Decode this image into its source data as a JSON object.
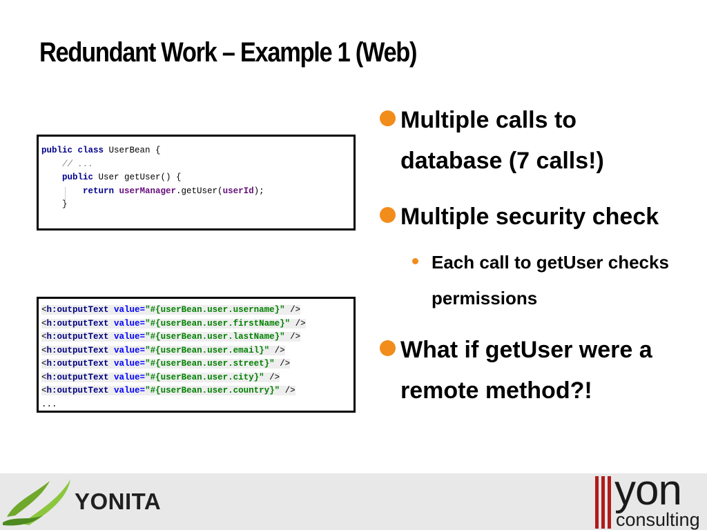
{
  "slide": {
    "title": "Redundant Work – Example 1 (Web)"
  },
  "java_code": {
    "lines": [
      [
        {
          "t": "public class ",
          "c": "kw"
        },
        {
          "t": "UserBean {",
          "c": ""
        }
      ],
      [
        {
          "t": "    ",
          "c": ""
        },
        {
          "t": "// ...",
          "c": "cm"
        }
      ],
      [
        {
          "t": "    ",
          "c": ""
        },
        {
          "t": "public ",
          "c": "kw"
        },
        {
          "t": "User getUser() {",
          "c": ""
        }
      ],
      [
        {
          "t": "        ",
          "c": ""
        },
        {
          "t": "return ",
          "c": "kw"
        },
        {
          "t": "userManager",
          "c": "fld"
        },
        {
          "t": ".getUser(",
          "c": ""
        },
        {
          "t": "userId",
          "c": "fld"
        },
        {
          "t": ");",
          "c": ""
        }
      ],
      [
        {
          "t": "    }",
          "c": ""
        }
      ]
    ]
  },
  "xhtml_code": {
    "lines": [
      [
        {
          "t": "<",
          "c": ""
        },
        {
          "t": "h:outputText ",
          "c": "tag"
        },
        {
          "t": "value=",
          "c": "attr"
        },
        {
          "t": "\"#{userBean.user.username}\"",
          "c": "str"
        },
        {
          "t": " />",
          "c": ""
        }
      ],
      [
        {
          "t": "<",
          "c": ""
        },
        {
          "t": "h:outputText ",
          "c": "tag"
        },
        {
          "t": "value=",
          "c": "attr"
        },
        {
          "t": "\"#{userBean.user.firstName}\"",
          "c": "str"
        },
        {
          "t": " />",
          "c": ""
        }
      ],
      [
        {
          "t": "<",
          "c": ""
        },
        {
          "t": "h:outputText ",
          "c": "tag"
        },
        {
          "t": "value=",
          "c": "attr"
        },
        {
          "t": "\"#{userBean.user.lastName}\"",
          "c": "str"
        },
        {
          "t": " />",
          "c": ""
        }
      ],
      [
        {
          "t": "<",
          "c": ""
        },
        {
          "t": "h:outputText ",
          "c": "tag"
        },
        {
          "t": "value=",
          "c": "attr"
        },
        {
          "t": "\"#{userBean.user.email}\"",
          "c": "str"
        },
        {
          "t": " />",
          "c": ""
        }
      ],
      [
        {
          "t": "<",
          "c": ""
        },
        {
          "t": "h:outputText ",
          "c": "tag"
        },
        {
          "t": "value=",
          "c": "attr"
        },
        {
          "t": "\"#{userBean.user.street}\"",
          "c": "str"
        },
        {
          "t": " />",
          "c": ""
        }
      ],
      [
        {
          "t": "<",
          "c": ""
        },
        {
          "t": "h:outputText ",
          "c": "tag"
        },
        {
          "t": "value=",
          "c": "attr"
        },
        {
          "t": "\"#{userBean.user.city}\"",
          "c": "str"
        },
        {
          "t": " />",
          "c": ""
        }
      ],
      [
        {
          "t": "<",
          "c": ""
        },
        {
          "t": "h:outputText ",
          "c": "tag"
        },
        {
          "t": "value=",
          "c": "attr"
        },
        {
          "t": "\"#{userBean.user.country}\"",
          "c": "str"
        },
        {
          "t": " />",
          "c": ""
        }
      ],
      [
        {
          "t": "...",
          "c": ""
        }
      ]
    ]
  },
  "bullets": {
    "b1": "Multiple calls to database (7 calls!)",
    "b2": "Multiple security check",
    "b2_sub": "Each call to getUser checks permissions",
    "b3": "What if getUser were a remote method?!"
  },
  "footer": {
    "yonita_logo_text": "YONITA",
    "yon_logo_text": "yon",
    "yon_logo_subtext": "consulting"
  },
  "colors": {
    "bullet": "#f28c1b",
    "footer_bg": "#e8e8e8",
    "yonita_green": "#6fa82b",
    "yon_red": "#b01c1c"
  }
}
